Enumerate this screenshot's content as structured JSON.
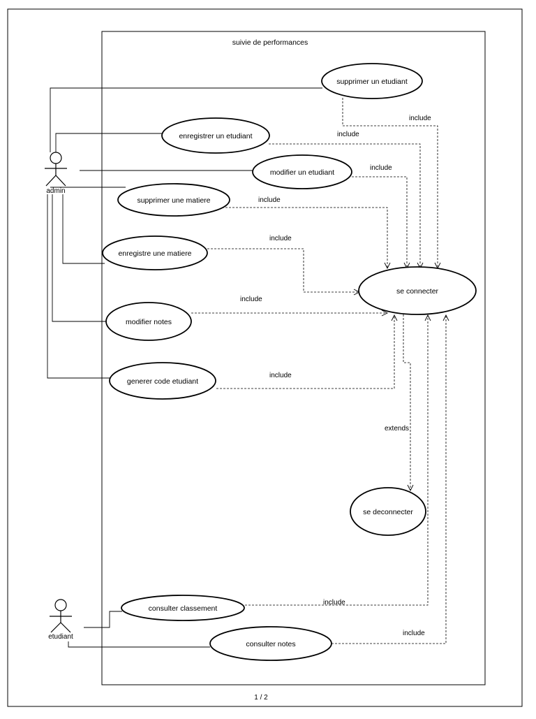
{
  "diagram": {
    "system_title": "suivie de performances",
    "page_number": "1 / 2",
    "actors": {
      "admin": "admin",
      "etudiant": "etudiant"
    },
    "use_cases": {
      "supprimer_etudiant": "supprimer un etudiant",
      "enregistrer_etudiant": "enregistrer un etudiant",
      "modifier_etudiant": "modifier un etudiant",
      "supprimer_matiere": "supprimer une matiere",
      "enregistre_matiere": "enregistre une matiere",
      "modifier_notes": "modifier notes",
      "generer_code": "generer code etudiant",
      "se_connecter": "se connecter",
      "se_deconnecter": "se deconnecter",
      "consulter_classement": "consulter classement",
      "consulter_notes": "consulter notes"
    },
    "relations": {
      "include": "include",
      "extends": "extends"
    }
  }
}
